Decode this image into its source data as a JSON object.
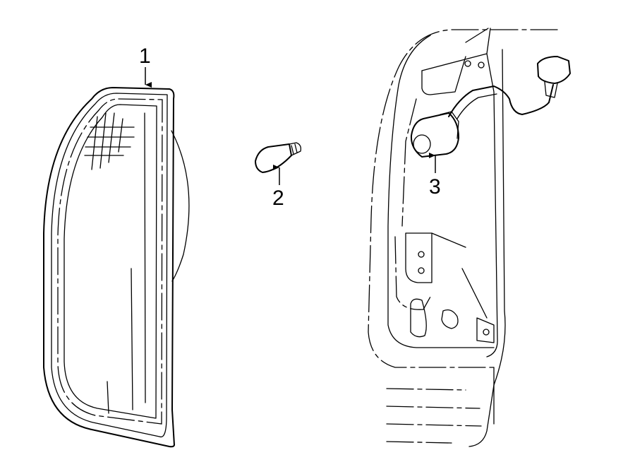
{
  "callouts": [
    {
      "id": "1",
      "label": "1"
    },
    {
      "id": "2",
      "label": "2"
    },
    {
      "id": "3",
      "label": "3"
    }
  ],
  "colors": {
    "line": "#000000",
    "background": "#ffffff"
  },
  "parts": [
    "tail-lamp-lens",
    "bulb",
    "socket-and-wire"
  ]
}
